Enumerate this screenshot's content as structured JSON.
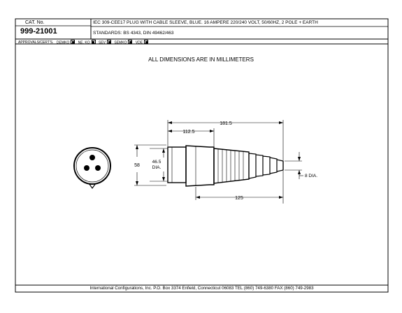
{
  "header": {
    "cat_label": "CAT. No.",
    "cat_number": "999-21001",
    "description": "IEC 309-CEE17 PLUG WITH CABLE SLEEVE, BLUE. 16 AMPERE 220/240 VOLT, 50/60HZ, 2 POLE + EARTH",
    "standards": "STANDARDS: BS 4343, DIN 49462/463",
    "approvals_label": "APPROVALS/CERT'S.",
    "approvals": [
      {
        "label": "DEMKO",
        "checked": true
      },
      {
        "label": "NE. KO",
        "checked": true
      },
      {
        "label": "SEV",
        "checked": true
      },
      {
        "label": "SEMKO",
        "checked": true
      },
      {
        "label": "VDE",
        "checked": true
      }
    ]
  },
  "drawing": {
    "note": "ALL DIMENSIONS ARE IN MILLIMETERS",
    "dim_overall": "181.5",
    "dim_body": "112.5",
    "dim_height": "58",
    "dim_face_diameter": "46.5",
    "dim_face_diameter_unit": "DIA.",
    "dim_cable_length": "125",
    "dim_cable_diameter": "8 DIA."
  },
  "footer": {
    "company": "International Configurations, Inc.  P.O. Box 3374  Enfield, Connecticut 06083 TEL (860) 749-6380  FAX (860) 749-2983"
  }
}
